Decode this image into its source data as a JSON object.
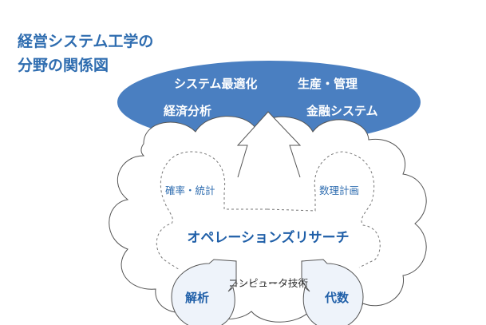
{
  "title": {
    "line1": "経営システム工学の",
    "line2": "分野の関係図"
  },
  "applications": {
    "top_left": "システム最適化",
    "top_right": "生産・管理",
    "bottom_left": "経済分析",
    "bottom_right": "金融システム"
  },
  "fields": {
    "probability": "確率・統計",
    "math_programming": "数理計画",
    "operations_research": "オペレーションズリサーチ",
    "analysis": "解析",
    "algebra": "代数",
    "computer": "コンピュータ技術"
  },
  "colors": {
    "accent": "#4a7fc1",
    "text_blue": "#2f6db0",
    "light_fill": "#eef3fa"
  }
}
